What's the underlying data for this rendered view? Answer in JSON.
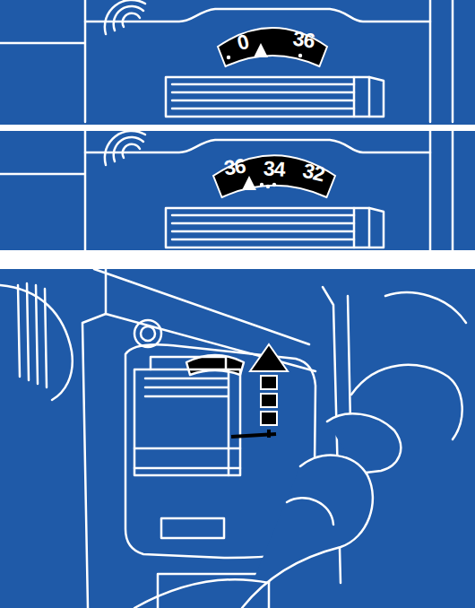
{
  "diagram": {
    "nodes": [
      {
        "text": [
          "0",
          "36"
        ]
      },
      {
        "text": [
          "36",
          "34",
          "32"
        ]
      }
    ]
  }
}
